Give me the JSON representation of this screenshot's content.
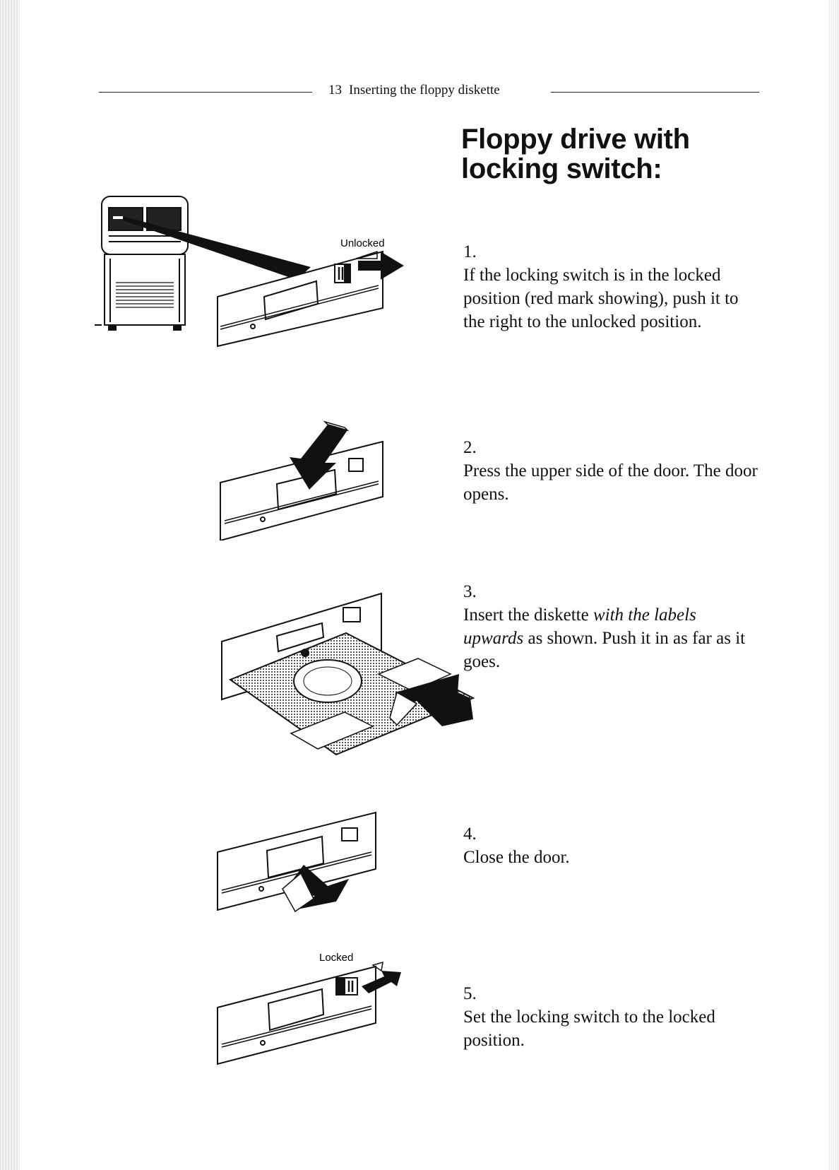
{
  "header": {
    "page_number": "13",
    "section_title": "Inserting the floppy diskette"
  },
  "heading": {
    "line1": "Floppy drive with",
    "line2": "locking switch:"
  },
  "steps": [
    {
      "number": "1.",
      "text": "If the locking switch is in the locked position (red mark showing), push it to the right to the unlocked position."
    },
    {
      "number": "2.",
      "text": "Press the upper side of the door. The door opens."
    },
    {
      "number": "3.",
      "text_before": "Insert the diskette ",
      "text_italic": "with the labels upwards",
      "text_after": " as shown. Push it in as far as it goes."
    },
    {
      "number": "4.",
      "text": "Close the door."
    },
    {
      "number": "5.",
      "text": "Set the locking switch to the locked position."
    }
  ],
  "figures": {
    "unlocked_label": "Unlocked",
    "locked_label": "Locked"
  }
}
